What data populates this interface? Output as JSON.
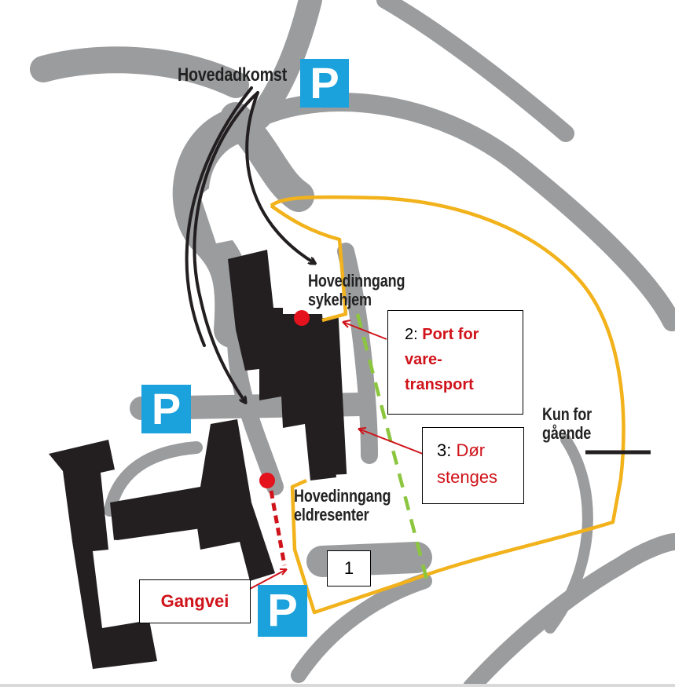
{
  "labels": {
    "main_entrance_area": "Hovedadkomst",
    "entrance_nursing_line1": "Hovedinngang",
    "entrance_nursing_line2": "sykehjem",
    "entrance_elderly_line1": "Hovedinngang",
    "entrance_elderly_line2": "eldresenter",
    "pedestrians_line1": "Kun for",
    "pedestrians_line2": "gående"
  },
  "callouts": {
    "one": {
      "number": "1"
    },
    "two": {
      "number": "2:",
      "line1": "Port for",
      "line2": "vare-",
      "line3": "transport"
    },
    "three": {
      "number": "3:",
      "line1": "Dør",
      "line2": "stenges"
    },
    "walkway": {
      "text": "Gangvei"
    }
  },
  "parking": {
    "symbol": "P",
    "color": "#1ba1dc"
  },
  "colors": {
    "road": "#9b9c9e",
    "building": "#231f20",
    "route_outline": "#f2b21b",
    "closed_route": "#8cc63f",
    "marker": "#e3121c",
    "callout_text": "#d0131a"
  }
}
